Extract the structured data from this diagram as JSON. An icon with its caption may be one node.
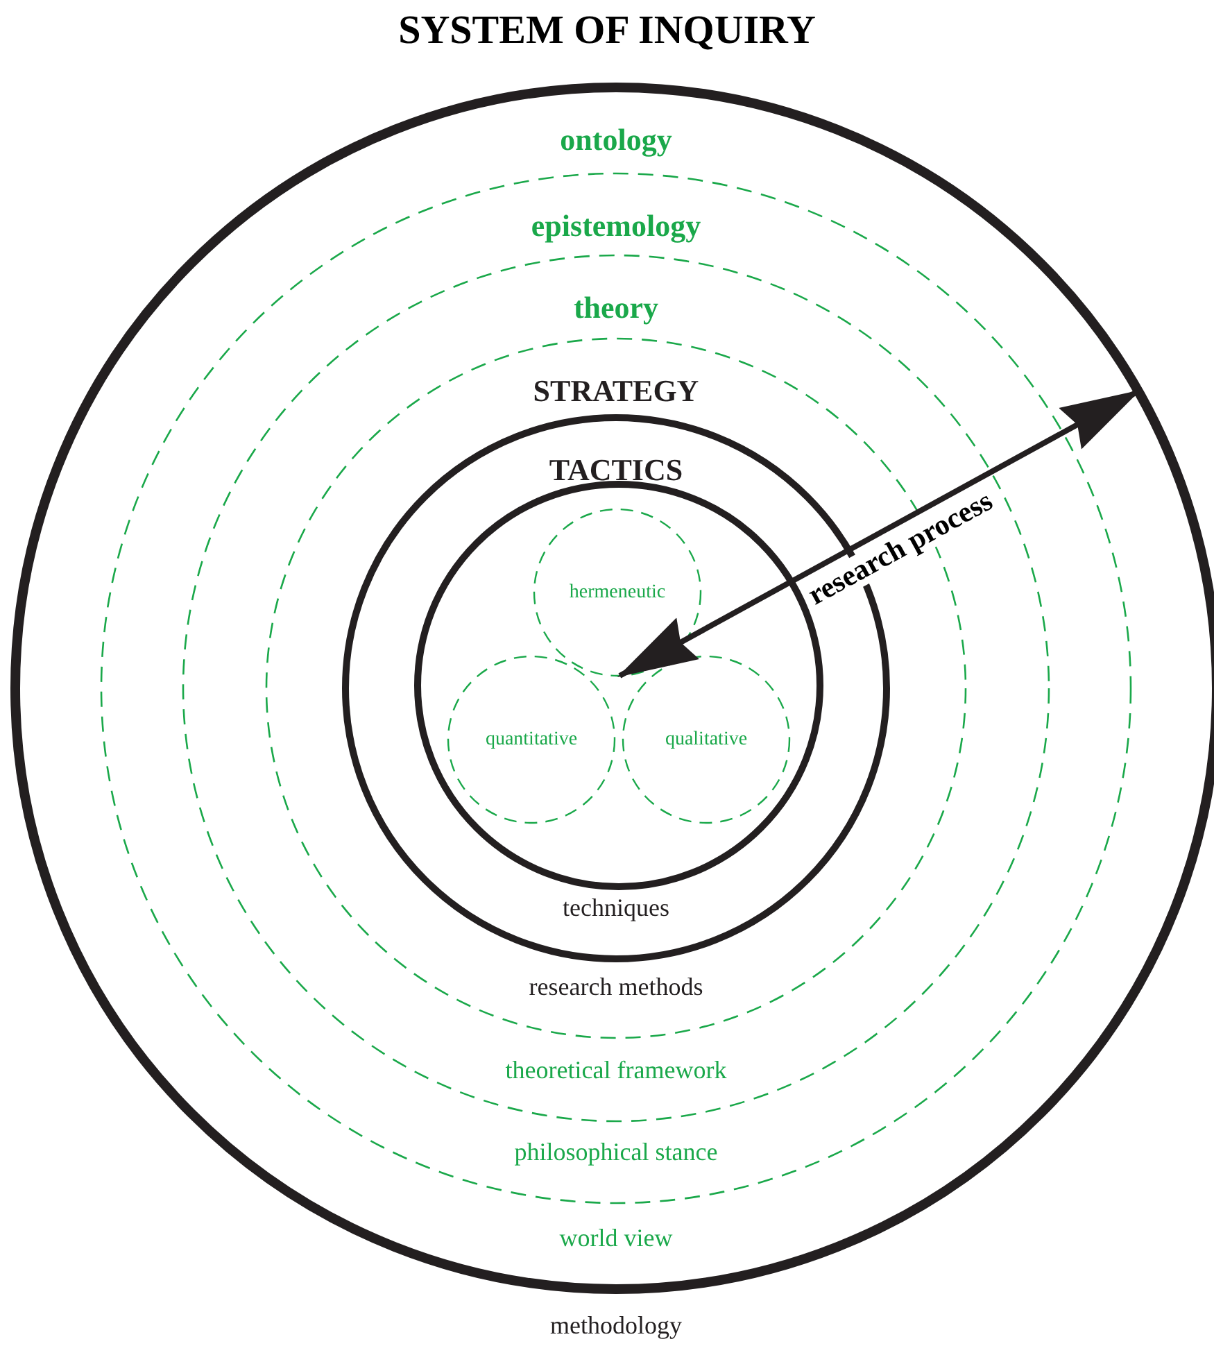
{
  "diagram": {
    "title": "SYSTEM OF INQUIRY",
    "nodes": [
      {
        "text": [
          "ontology",
          "world view"
        ],
        "beside": [
          "methodology"
        ]
      },
      {
        "text": [
          "epistemology",
          "philosophical stance"
        ],
        "in": 0
      },
      {
        "text": [
          "theory",
          "theoretical framework"
        ],
        "in": 1
      },
      {
        "text": [
          "STRATEGY",
          "research methods"
        ],
        "in": 2
      },
      {
        "text": [
          "TACTICS",
          "techniques"
        ],
        "in": 3
      },
      {
        "text": [],
        "shape": "circle",
        "in": 4
      },
      {
        "text": [
          "hermeneutic"
        ],
        "in": 5
      },
      {
        "text": [
          "quantitative"
        ],
        "in": 5
      },
      {
        "text": [
          "qualitative"
        ],
        "in": 5
      }
    ],
    "edges": [
      {
        "from": 6,
        "to": 0,
        "arrow": "both",
        "label": "research process"
      }
    ]
  }
}
